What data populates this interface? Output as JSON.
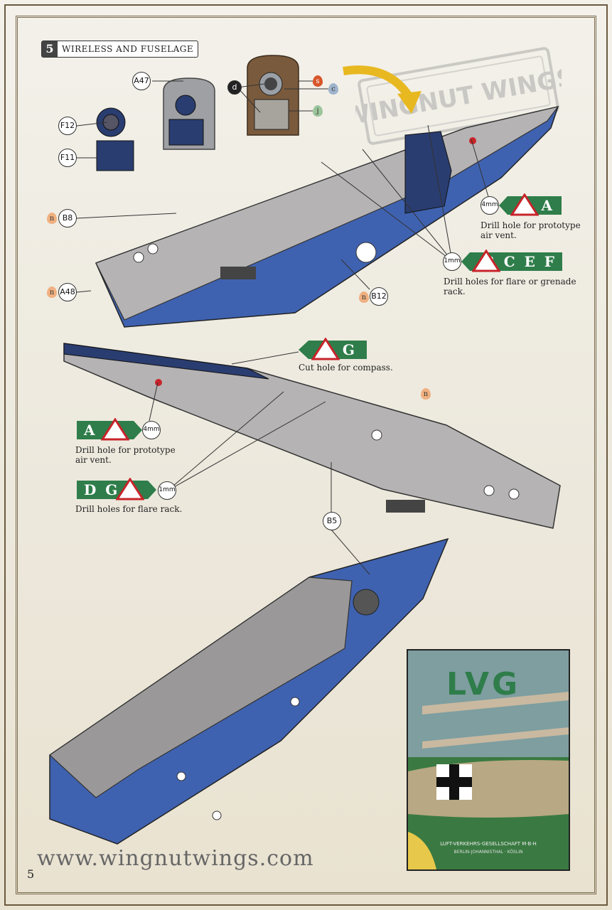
{
  "step": {
    "number": "5",
    "title": "WIRELESS AND FUSELAGE"
  },
  "watermark": "WINGNUT WINGS",
  "parts": {
    "a47": "A47",
    "f12": "F12",
    "f11": "F11",
    "b8": "B8",
    "a48": "A48",
    "b12": "B12",
    "b5": "B5",
    "d": "d",
    "s": "s",
    "c": "c",
    "j": "j",
    "n": "n"
  },
  "callouts": [
    {
      "id": "A-top",
      "drill": "4mm",
      "letters": "A",
      "text": [
        "Drill hole for prototype",
        "air vent."
      ]
    },
    {
      "id": "BCEF",
      "drill": "1mm",
      "letters": "B C E F",
      "text": [
        "Drill holes for flare or grenade",
        "rack."
      ]
    },
    {
      "id": "G",
      "letters": "G",
      "text": [
        "Cut hole for compass."
      ]
    },
    {
      "id": "A-mid",
      "drill": "4mm",
      "letters": "A",
      "text": [
        "Drill hole for prototype",
        "air vent."
      ]
    },
    {
      "id": "DG",
      "drill": "1mm",
      "letters": "D G",
      "text": [
        "Drill holes for flare rack."
      ]
    }
  ],
  "poster": {
    "logo": "LVG",
    "line1": "LUFT-VERKEHRS-GESELLSCHAFT M·B·H",
    "line2": "BERLIN-JOHANNISTHAL · KÖSLIN"
  },
  "website": "www.wingnutwings.com",
  "page_number": "5",
  "colors": {
    "green": "#2f7d4a",
    "blue": "#3f62b0",
    "grey": "#b5b3b3",
    "drop_orange": "#f0b080",
    "drop_red": "#d8552a",
    "drop_blue": "#9fb4cc",
    "drop_green": "#9cc59c"
  }
}
